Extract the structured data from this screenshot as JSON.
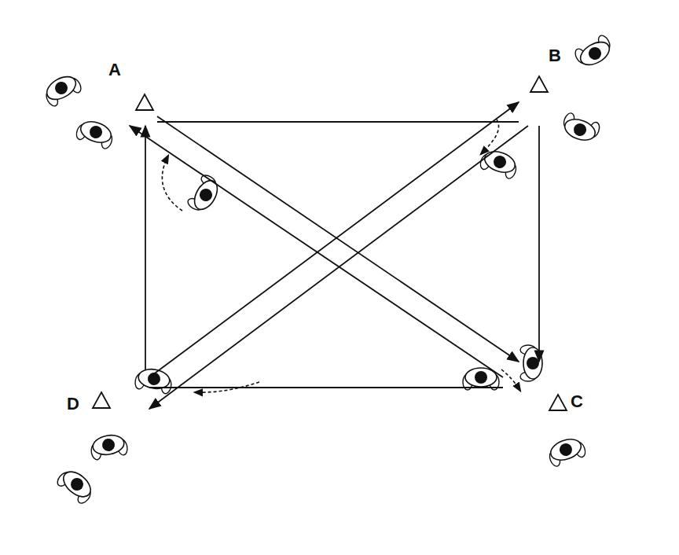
{
  "diagram": {
    "nodes": [
      {
        "text": [
          "A"
        ]
      },
      {
        "text": [
          "B"
        ]
      },
      {
        "text": [
          "C"
        ]
      },
      {
        "text": [
          "D"
        ]
      }
    ],
    "edges": [
      {
        "from": 0,
        "to": 1,
        "arrow": "none"
      },
      {
        "from": 1,
        "to": 2,
        "arrow": "to"
      },
      {
        "from": 3,
        "to": 2,
        "arrow": "none"
      },
      {
        "from": 3,
        "to": 0,
        "arrow": "to"
      },
      {
        "from": 3,
        "to": 1,
        "arrow": "to"
      },
      {
        "from": 1,
        "to": 3,
        "arrow": "to"
      },
      {
        "from": 0,
        "to": 2,
        "arrow": "to"
      },
      {
        "from": 2,
        "to": 0,
        "arrow": "to"
      }
    ]
  }
}
